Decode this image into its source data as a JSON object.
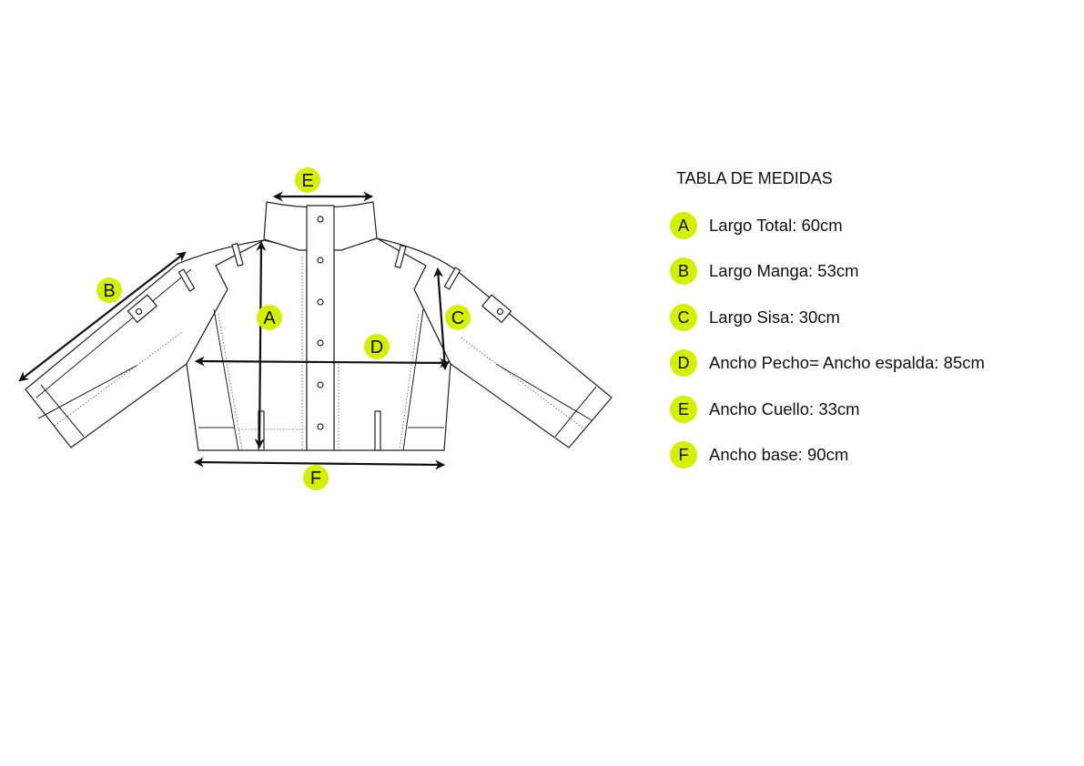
{
  "accent_color": "#d4f000",
  "diagram": {
    "labels": {
      "A": "A",
      "B": "B",
      "C": "C",
      "D": "D",
      "E": "E",
      "F": "F"
    }
  },
  "legend": {
    "title": "TABLA DE MEDIDAS",
    "items": [
      {
        "key": "A",
        "text": "Largo Total: 60cm"
      },
      {
        "key": "B",
        "text": "Largo Manga: 53cm"
      },
      {
        "key": "C",
        "text": "Largo Sisa: 30cm"
      },
      {
        "key": "D",
        "text": "Ancho Pecho= Ancho espalda: 85cm"
      },
      {
        "key": "E",
        "text": "Ancho Cuello: 33cm"
      },
      {
        "key": "F",
        "text": "Ancho base: 90cm"
      }
    ]
  }
}
